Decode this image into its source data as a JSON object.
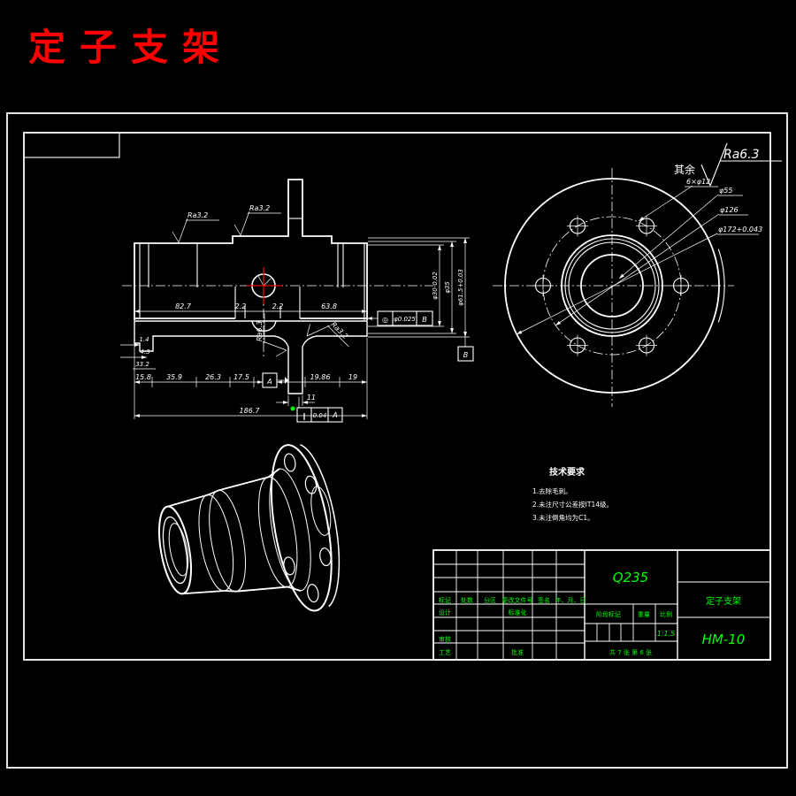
{
  "title": {
    "text": "定子支架",
    "color": "#ff0000"
  },
  "surface_finish": {
    "prefix": "其余",
    "value": "Ra6.3"
  },
  "section_view": {
    "ra_marks": [
      "Ra3.2",
      "Ra3.2",
      "Ra6.3",
      "Ra3.2"
    ],
    "dims_top": [
      "82.7",
      "2.2",
      "2.2",
      "63.8"
    ],
    "dims_bottom": [
      "15.8",
      "35.9",
      "26.3",
      "17.5",
      "19.86",
      "19"
    ],
    "dims_left": [
      "1.4",
      "4.3",
      "33.2"
    ],
    "dim_overall": "186.7",
    "dim_rib_width": "11",
    "dims_diameter": [
      "φ30-0.02",
      "φ35",
      "φ61.5+0.03"
    ],
    "datums": {
      "a": "A",
      "b": "B"
    },
    "fcf_concentricity": {
      "symbol": "◎",
      "tolerance": "φ0.025",
      "datum": "B"
    },
    "fcf_parallelism": {
      "symbol": "∥",
      "tolerance": "0.04",
      "datum": "A"
    }
  },
  "flange_view": {
    "labels": [
      "6×φ12",
      "φ55",
      "φ126",
      "φ172+0.043"
    ]
  },
  "notes": {
    "title": "技术要求",
    "items": [
      "1.去除毛刺。",
      "2.未注尺寸公差按IT14级。",
      "3.未注倒角均为C1。"
    ]
  },
  "title_block": {
    "material": "Q235",
    "part_name": "定子支架",
    "drawing_number": "HM-10",
    "headers": [
      "标记",
      "处数",
      "分区",
      "更改文件号",
      "签名",
      "年、月、日"
    ],
    "rows": [
      "设计",
      "标准化",
      "审核",
      "工艺",
      "批准"
    ],
    "stage_label": "阶段标记",
    "weight_label": "重量",
    "scale_label": "比例",
    "scale_value": "1:1.5",
    "sheet_text": "共 7 张 第 6 张"
  },
  "colors": {
    "line": "#ffffff",
    "hatch": "#00e5e5",
    "annotation_green": "#00ff00",
    "cursor_red": "#ff0000"
  }
}
